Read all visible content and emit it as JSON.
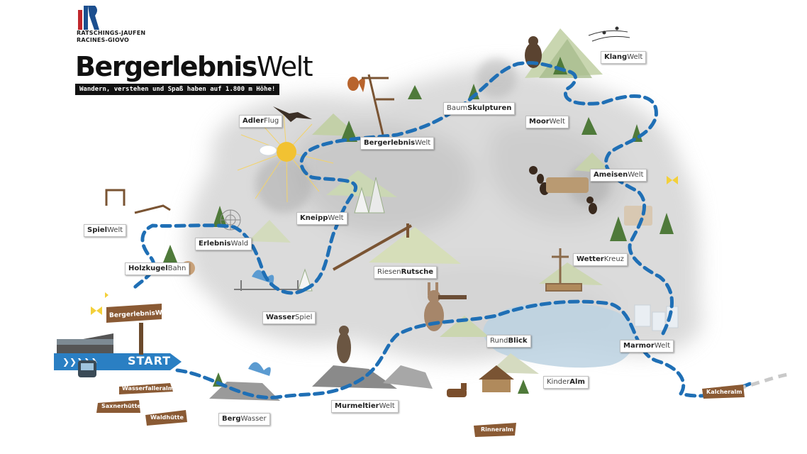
{
  "brand": {
    "line1": "RATSCHINGS-JAUFEN",
    "line2": "RACINES-GIOVO",
    "title_bold": "Bergerlebnis",
    "title_light": "Welt",
    "tagline": "Wandern, verstehen und Spaß haben auf 1.800 m Höhe!"
  },
  "colors": {
    "trail": "#1f6fb5",
    "start_bar": "#2a7fc3",
    "sign_wood": "#8a5a34",
    "cloud": "#d9d9d9"
  },
  "stations": [
    {
      "id": "klang",
      "bold": "Klang",
      "light": "Welt",
      "bold_first": true
    },
    {
      "id": "baumskulpturen",
      "bold": "Skulpturen",
      "light": "Baum",
      "bold_first": false
    },
    {
      "id": "adlerflug",
      "bold": "Adler",
      "light": "Flug",
      "bold_first": true
    },
    {
      "id": "bergerlebniswelt",
      "bold": "Bergerlebnis",
      "light": "Welt",
      "bold_first": true
    },
    {
      "id": "moorwelt",
      "bold": "Moor",
      "light": "Welt",
      "bold_first": true
    },
    {
      "id": "ameisenwelt",
      "bold": "Ameisen",
      "light": "Welt",
      "bold_first": true
    },
    {
      "id": "kneippwelt",
      "bold": "Kneipp",
      "light": "Welt",
      "bold_first": true
    },
    {
      "id": "spielwelt",
      "bold": "Spiel",
      "light": "Welt",
      "bold_first": true
    },
    {
      "id": "erlebniswald",
      "bold": "Erlebnis",
      "light": "Wald",
      "bold_first": true
    },
    {
      "id": "riesenrutsche",
      "bold": "Rutsche",
      "light": "Riesen",
      "bold_first": false
    },
    {
      "id": "holzkugelbahn",
      "bold": "Holzkugel",
      "light": "Bahn",
      "bold_first": true
    },
    {
      "id": "wetterkreuz",
      "bold": "Wetter",
      "light": "Kreuz",
      "bold_first": true
    },
    {
      "id": "wasserspiel",
      "bold": "Wasser",
      "light": "Spiel",
      "bold_first": true
    },
    {
      "id": "rundblick",
      "bold": "Blick",
      "light": "Rund",
      "bold_first": false
    },
    {
      "id": "marmorwelt",
      "bold": "Marmor",
      "light": "Welt",
      "bold_first": true
    },
    {
      "id": "kinderalm",
      "bold": "Alm",
      "light": "Kinder",
      "bold_first": false
    },
    {
      "id": "murmeltierwelt",
      "bold": "Murmeltier",
      "light": "Welt",
      "bold_first": true
    },
    {
      "id": "bergwasser",
      "bold": "Berg",
      "light": "Wasser",
      "bold_first": true
    }
  ],
  "start": {
    "label": "START",
    "sign": "BergerlebnisWelt"
  },
  "huts": [
    {
      "id": "wasserfalleralm",
      "label": "Wasserfalleralm"
    },
    {
      "id": "saxnerhuette",
      "label": "Saxnerhütte"
    },
    {
      "id": "waldhuette",
      "label": "Waldhütte"
    },
    {
      "id": "rinneralm",
      "label": "Rinneralm"
    },
    {
      "id": "kalcheralm",
      "label": "Kalcheralm"
    }
  ]
}
